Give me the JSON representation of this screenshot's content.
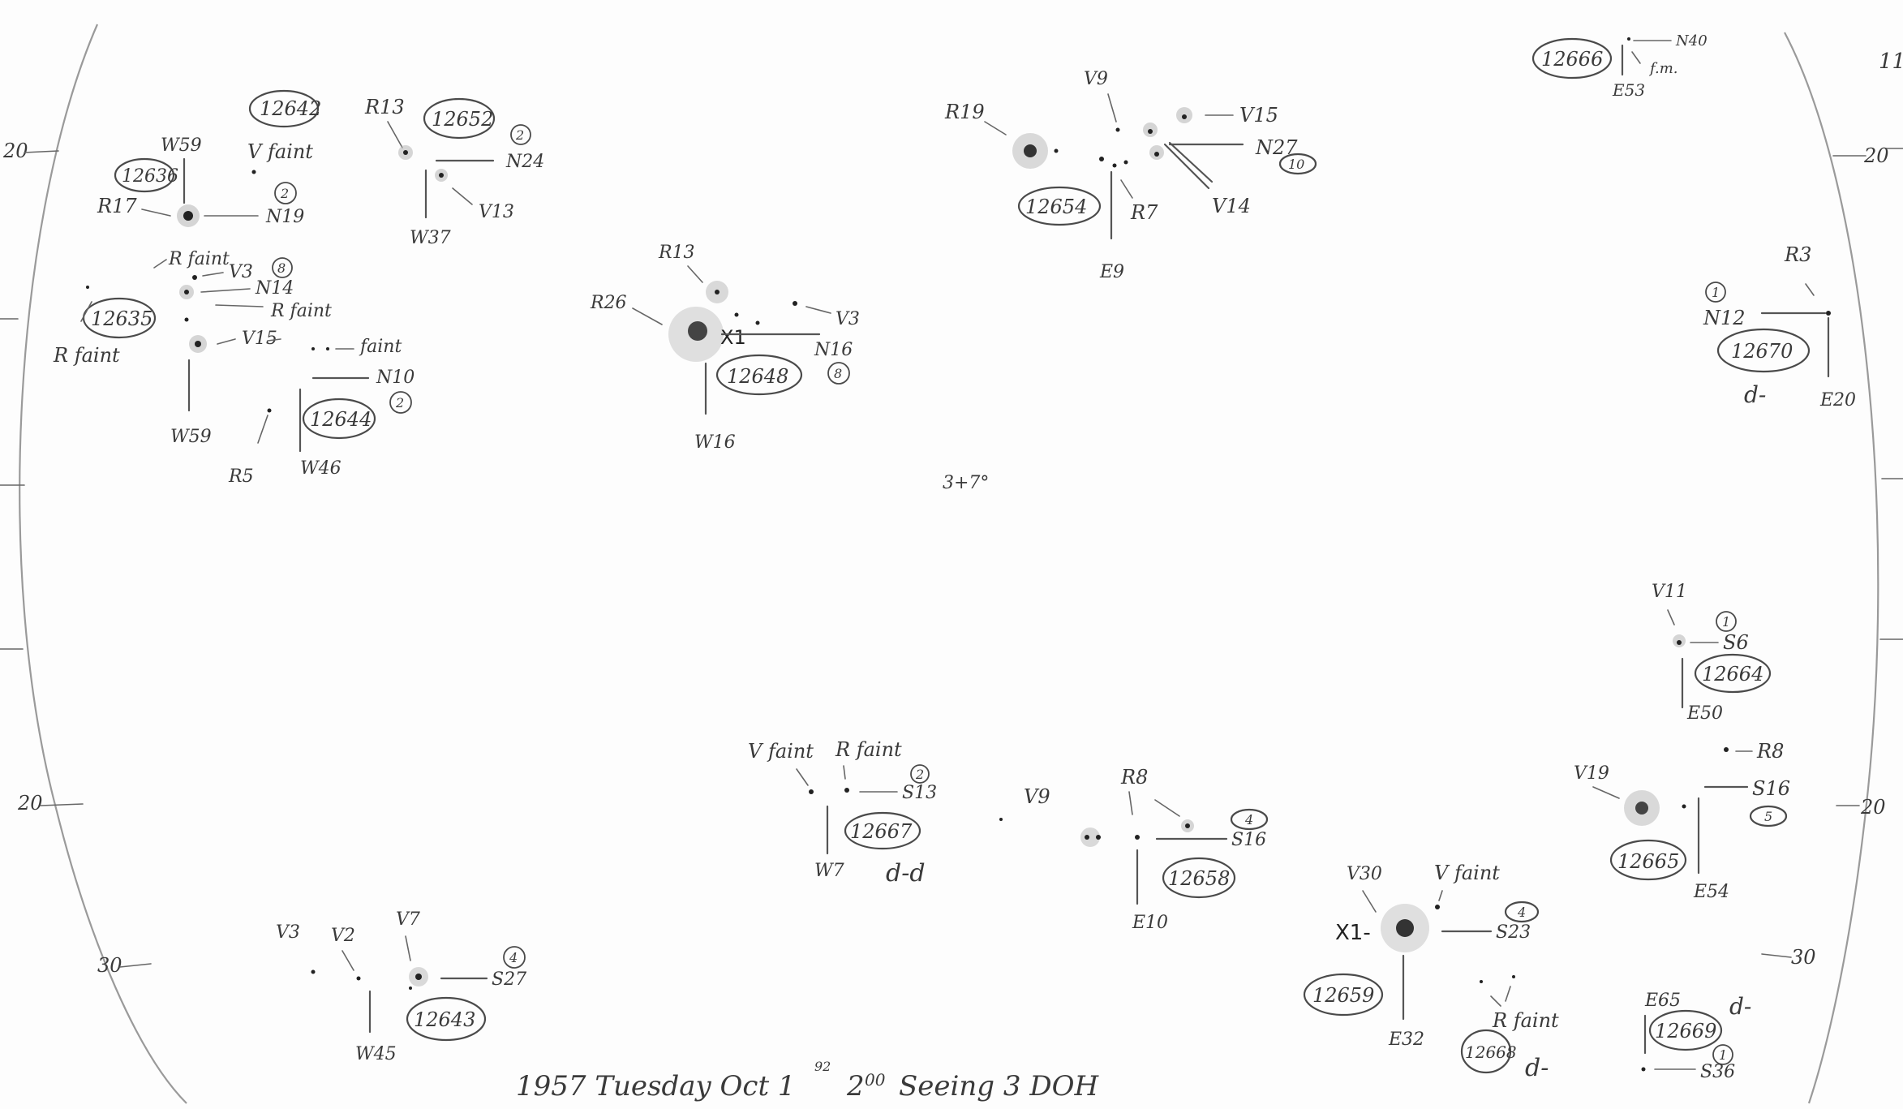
{
  "footer": {
    "caption": "1957 Tuesday Oct 1",
    "superscript": "92",
    "time": "2",
    "time_sup": "00",
    "seeing": "Seeing 3 DOH"
  },
  "center_mark": "3+7°",
  "margin_numbers": {
    "left_top": "20",
    "left_mid": "20",
    "left_bottom": "30",
    "right_top": "20",
    "right_mid": "20",
    "right_bottom": "30",
    "top_right": "11"
  },
  "groups": [
    {
      "number": "12642",
      "note": "V faint"
    },
    {
      "number": "12636",
      "note": "R17",
      "pos1": "W59",
      "pos2": "N19",
      "count": "2"
    },
    {
      "number": "12652",
      "note": "R13",
      "pos1": "N24",
      "pos2": "W37",
      "extra": "V13",
      "count": "2"
    },
    {
      "number": "12635",
      "note": "R faint",
      "extra1": "R faint",
      "extra2": "V3",
      "extra3": "R faint",
      "extra4": "V15",
      "pos1": "N14",
      "pos2": "W59",
      "count": "8"
    },
    {
      "number": "12644",
      "note": "faint",
      "pos1": "N10",
      "pos2": "W46",
      "extra": "R5",
      "count": "2"
    },
    {
      "number": "12648",
      "note": "R13",
      "extra1": "R26",
      "extra2": "X1",
      "extra3": "V3",
      "pos1": "N16",
      "pos2": "W16",
      "count": "8"
    },
    {
      "number": "12654",
      "note": "R19",
      "extra1": "V9",
      "extra2": "V15",
      "extra3": "V14",
      "extra4": "R7",
      "pos1": "N27",
      "pos2": "E9",
      "count": "10"
    },
    {
      "number": "12666",
      "note": "f.m.",
      "pos1": "N40",
      "pos2": "E53"
    },
    {
      "number": "12670",
      "note": "R3",
      "pos1": "N12",
      "pos2": "E20",
      "extra": "d-",
      "count": "1"
    },
    {
      "number": "12664",
      "note": "V11",
      "pos1": "S6",
      "pos2": "E50",
      "count": "1"
    },
    {
      "number": "12665",
      "note": "V19",
      "extra1": "R8",
      "pos1": "S16",
      "pos2": "E54",
      "count": "5"
    },
    {
      "number": "12667",
      "note": "V faint",
      "extra1": "R faint",
      "pos1": "S13",
      "pos2": "W7",
      "extra": "d-d",
      "count": "2"
    },
    {
      "number": "12658",
      "note": "V9",
      "extra1": "R8",
      "pos1": "S16",
      "pos2": "E10",
      "count": "4"
    },
    {
      "number": "12659",
      "note": "V30",
      "extra1": "V faint",
      "extra2": "X1-",
      "pos1": "S23",
      "pos2": "E32",
      "count": "4"
    },
    {
      "number": "12668",
      "note": "R faint",
      "extra": "d-"
    },
    {
      "number": "12669",
      "note": "d-",
      "pos1": "E65",
      "pos2": "S36",
      "count": "1"
    },
    {
      "number": "12643",
      "note": "V3",
      "extra1": "V2",
      "extra2": "V7",
      "pos1": "S27",
      "pos2": "W45",
      "count": "4"
    }
  ]
}
